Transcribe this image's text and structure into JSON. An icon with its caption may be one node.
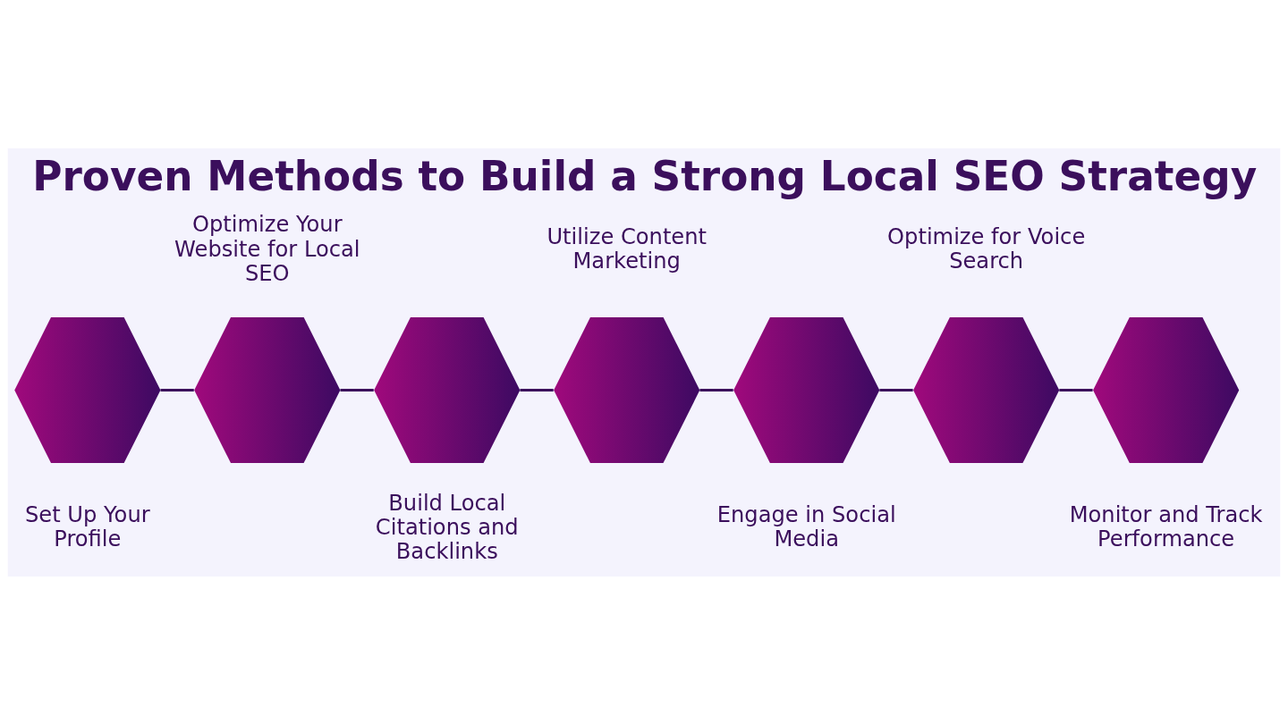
{
  "diagram": {
    "title": "Proven Methods to Build a Strong Local SEO Strategy",
    "nodes": [
      {
        "text": [],
        "shape": "hexagon",
        "beside": [
          "Set Up Your Profile"
        ]
      },
      {
        "text": [],
        "shape": "hexagon",
        "beside": [
          "Optimize Your Website for Local SEO"
        ]
      },
      {
        "text": [],
        "shape": "hexagon",
        "beside": [
          "Build Local Citations and Backlinks"
        ]
      },
      {
        "text": [],
        "shape": "hexagon",
        "beside": [
          "Utilize Content Marketing"
        ]
      },
      {
        "text": [],
        "shape": "hexagon",
        "beside": [
          "Engage in Social Media"
        ]
      },
      {
        "text": [],
        "shape": "hexagon",
        "beside": [
          "Optimize for Voice Search"
        ]
      },
      {
        "text": [],
        "shape": "hexagon",
        "beside": [
          "Monitor and Track Performance"
        ]
      }
    ],
    "edges": [
      {
        "from": 0,
        "to": 1,
        "arrow": "none"
      },
      {
        "from": 1,
        "to": 2,
        "arrow": "none"
      },
      {
        "from": 2,
        "to": 3,
        "arrow": "none"
      },
      {
        "from": 3,
        "to": 4,
        "arrow": "none"
      },
      {
        "from": 4,
        "to": 5,
        "arrow": "none"
      },
      {
        "from": 5,
        "to": 6,
        "arrow": "none"
      }
    ]
  }
}
